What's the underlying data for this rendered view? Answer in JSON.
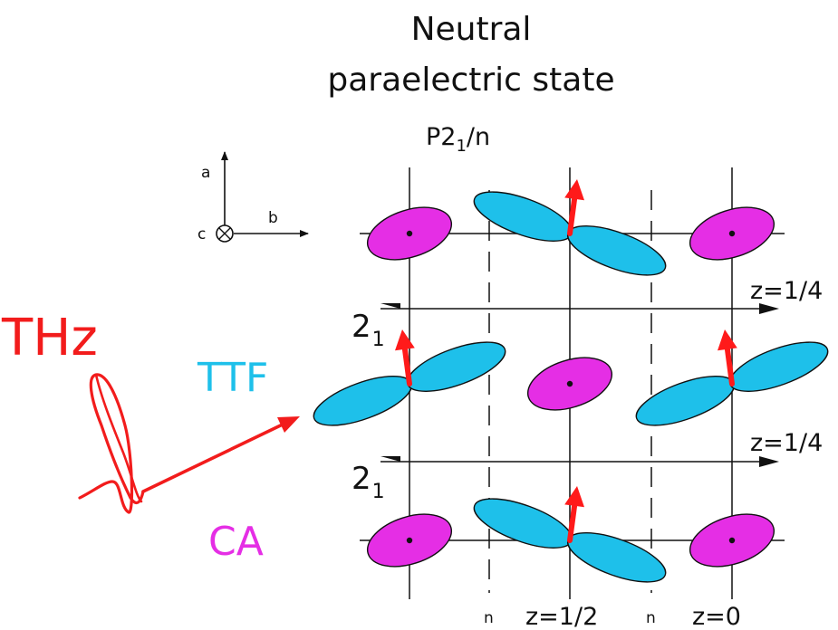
{
  "title": {
    "line1": "Neutral",
    "line2": "paraelectric state"
  },
  "space_group": {
    "main": "P2",
    "sub": "1",
    "tail": "/n"
  },
  "axes": {
    "a": "a",
    "b": "b",
    "c": "c"
  },
  "labels": {
    "thz": "THz",
    "ttf": "TTF",
    "ca": "CA",
    "z_quarter_top": "z=1/4",
    "z_quarter_bottom": "z=1/4",
    "z_half": "z=1/2",
    "z_zero": "z=0",
    "glide_left": "n",
    "glide_right": "n",
    "screw_top_main": "2",
    "screw_top_sub": "1",
    "screw_bottom_main": "2",
    "screw_bottom_sub": "1"
  },
  "colors": {
    "ttf": "#1ec0ea",
    "ca": "#e52ee5",
    "arrow": "#ff1a1a",
    "thz": "#f21c1c",
    "line": "#111111"
  }
}
